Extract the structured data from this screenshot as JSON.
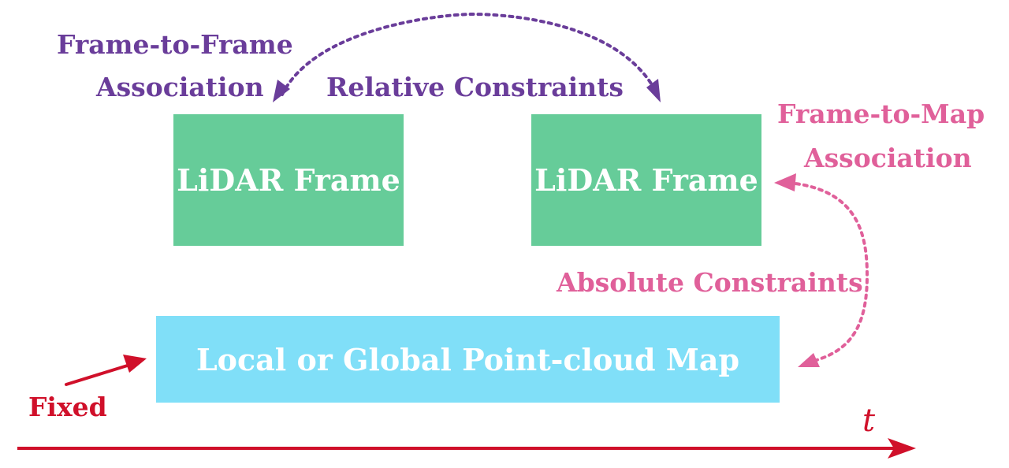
{
  "labels": {
    "frame_to_frame_line1": "Frame-to-Frame",
    "frame_to_frame_line2": "Association",
    "relative_constraints": "Relative Constraints",
    "frame_to_map_line1": "Frame-to-Map",
    "frame_to_map_line2": "Association",
    "absolute_constraints": "Absolute Constraints",
    "fixed": "Fixed",
    "time_axis": "t"
  },
  "boxes": {
    "lidar_frame_1": "LiDAR Frame",
    "lidar_frame_2": "LiDAR Frame",
    "map": "Local or Global Point-cloud Map"
  },
  "colors": {
    "frame_box": "#66cc99",
    "map_box": "#80dff8",
    "relative": "#6a3d9a",
    "absolute": "#e0609a",
    "time": "#d0102a"
  }
}
